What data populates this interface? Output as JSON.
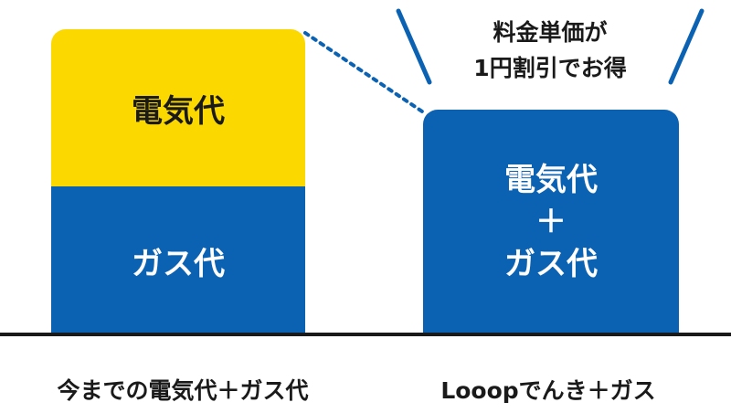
{
  "colors": {
    "electric_yellow": "#fbd800",
    "brand_blue": "#0b62b3",
    "text_dark": "#1a1a1a",
    "text_light": "#ffffff"
  },
  "left_bar": {
    "electric_label": "電気代",
    "gas_label": "ガス代"
  },
  "right_bar": {
    "line1": "電気代",
    "plus": "＋",
    "line2": "ガス代"
  },
  "callout": {
    "line1": "料金単価が",
    "line2": "1円割引でお得"
  },
  "captions": {
    "left": "今までの電気代＋ガス代",
    "right": "Looopでんき＋ガス"
  }
}
